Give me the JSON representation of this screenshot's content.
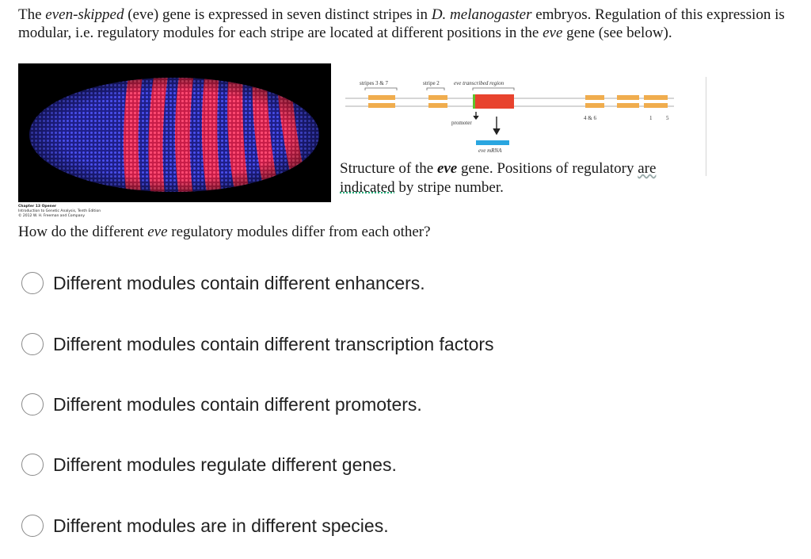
{
  "intro": {
    "p1": "The ",
    "gene_italic": "even-skipped",
    "p2": " (eve) gene is expressed in seven distinct stripes in ",
    "species_italic": "D. melanogaster",
    "p3": " embryos.  Regulation of this expression is modular, i.e. regulatory modules for each stripe are located at different positions in the ",
    "eve_italic": "eve",
    "p4": " gene (see below)."
  },
  "figure": {
    "label_stripes37": "stripes 3 & 7",
    "label_stripe2": "stripe 2",
    "label_transcribed": "eve transcribed region",
    "label_promoter": "promoter",
    "label_46": "4 & 6",
    "label_1": "1",
    "label_5": "5",
    "label_mrna": "eve mRNA",
    "caption_a": "Structure of the ",
    "caption_eve": "eve",
    "caption_b": " gene.  Positions of regulatory ",
    "caption_are": "are",
    "caption_indicated": "indicated",
    "caption_c": " by stripe number.",
    "credit_1": "Chapter 13 Opener",
    "credit_2": "Introduction to Genetic Analysis, Tenth Edition",
    "credit_3": "© 2012 W. H. Freeman and Company"
  },
  "question": {
    "q1": "How do the different ",
    "q_eve": "eve",
    "q2": " regulatory modules differ from each other?"
  },
  "options": [
    {
      "label": "Different modules contain different enhancers."
    },
    {
      "label": "Different modules contain different transcription factors"
    },
    {
      "label": "Different modules contain different promoters."
    },
    {
      "label": "Different modules regulate different genes."
    },
    {
      "label": "Different modules are in different species."
    }
  ],
  "colors": {
    "enhancer": "#f0ad4e",
    "transcribed": "#e8432e",
    "promoter_mark": "#5ec42c",
    "mrna": "#2aa6e0",
    "stripe_red": "#ff2e58",
    "embryo_blue": "#3b3fd6"
  }
}
